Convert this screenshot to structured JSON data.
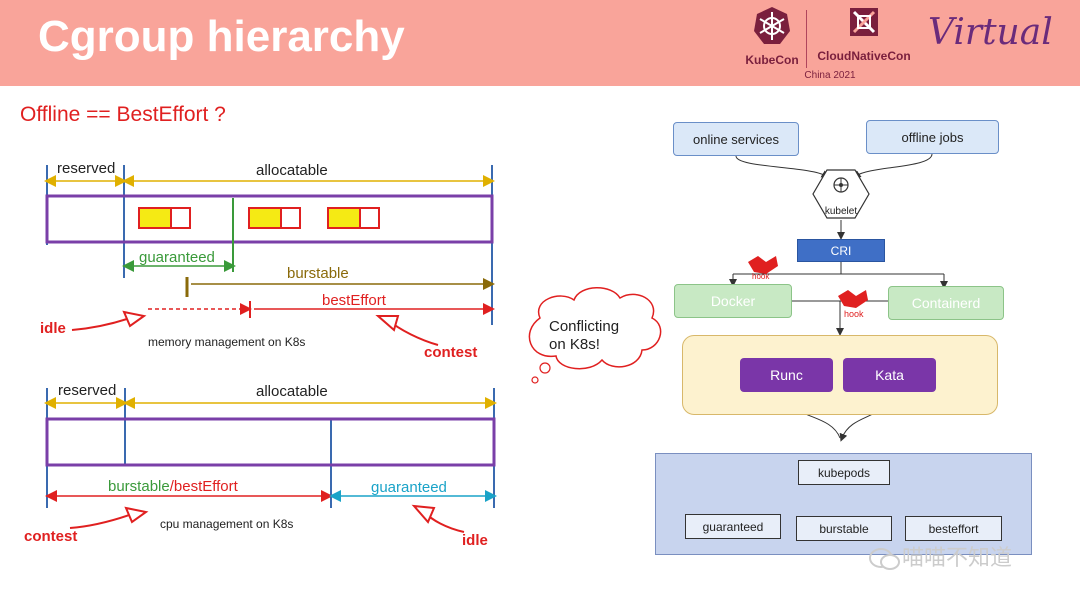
{
  "header": {
    "title": "Cgroup hierarchy",
    "logo_kubecon": "KubeCon",
    "logo_cloudnativecon": "CloudNativeCon",
    "logo_year": "China 2021",
    "virtual": "Virtual"
  },
  "subtitle": "Offline == BestEffort ?",
  "memory": {
    "reserved": "reserved",
    "allocatable": "allocatable",
    "guaranteed": "guaranteed",
    "burstable": "burstable",
    "besteffort": "bestEffort",
    "idle": "idle",
    "contest": "contest",
    "caption": "memory management on K8s"
  },
  "cpu": {
    "reserved": "reserved",
    "allocatable": "allocatable",
    "burstable": "burstable",
    "slash": "/",
    "besteffort": "bestEffort",
    "guaranteed": "guaranteed",
    "contest": "contest",
    "idle": "idle",
    "caption": "cpu management on K8s"
  },
  "cloud": {
    "line1": "Conflicting",
    "line2": "on K8s!"
  },
  "arch": {
    "online_services": "online services",
    "offline_jobs": "offline jobs",
    "kubelet": "kubelet",
    "cri": "CRI",
    "hook1": "hook",
    "docker": "Docker",
    "hook2": "hook",
    "containerd": "Containerd",
    "runc": "Runc",
    "kata": "Kata",
    "kubepods": "kubepods",
    "guaranteed": "guaranteed",
    "burstable": "burstable",
    "besteffort": "besteffort"
  },
  "watermark": "喵喵不知道"
}
